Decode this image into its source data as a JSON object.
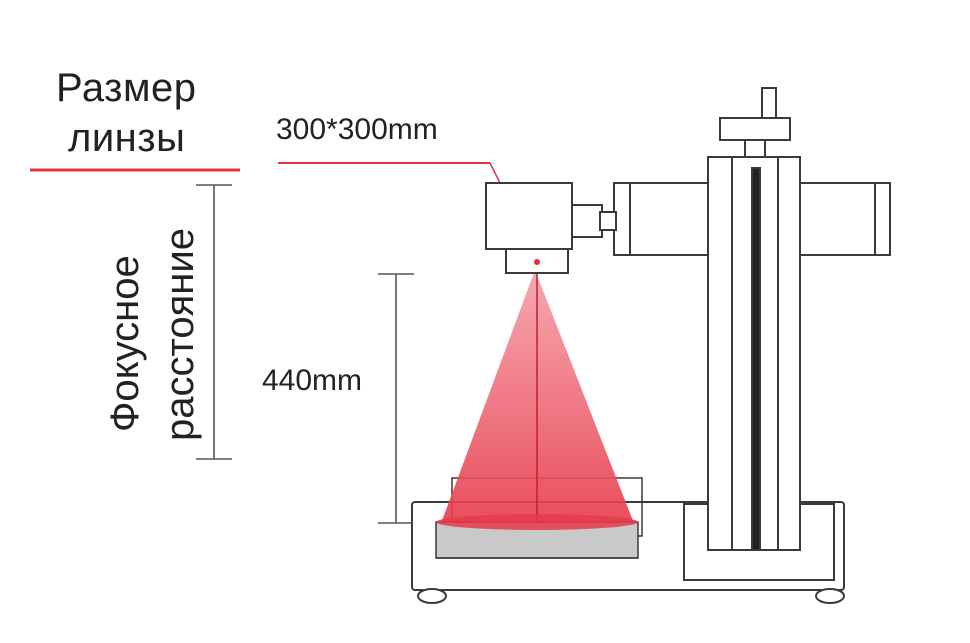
{
  "labels": {
    "lens_size_word1": "Размер",
    "lens_size_word2": "линзы",
    "lens_size_value": "300*300mm",
    "focal_word1": "Фокусное",
    "focal_word2": "расстояние",
    "focal_value": "440mm"
  },
  "colors": {
    "laser_red": "#e8394a",
    "underline_red": "#e4303f",
    "outline": "#3a3a3a",
    "platform_gray": "#c9c9c9"
  }
}
